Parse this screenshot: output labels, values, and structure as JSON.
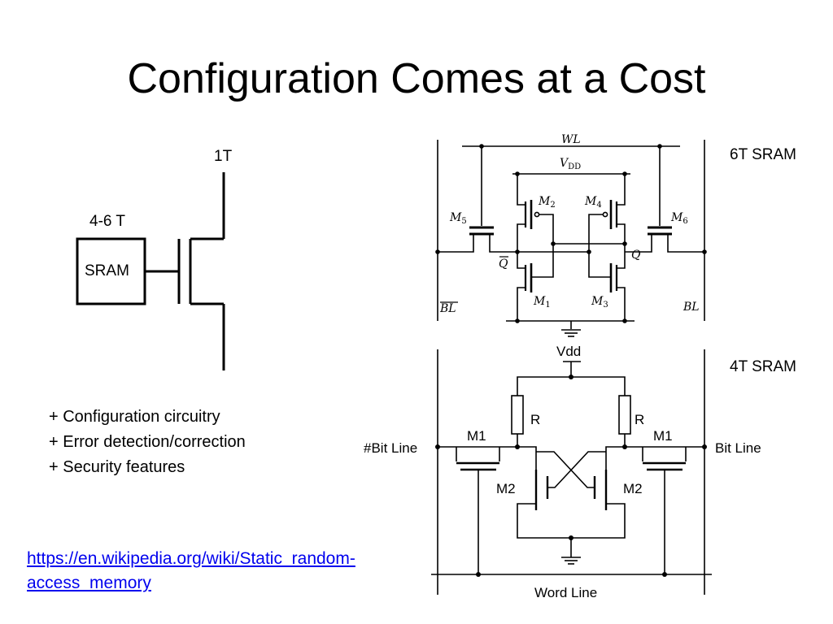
{
  "slide": {
    "title": "Configuration Comes at a Cost",
    "left_diagram": {
      "label_1t": "1T",
      "label_46t": "4-6 T",
      "box_label": "SRAM"
    },
    "bullets": [
      "+ Configuration circuitry",
      "+ Error detection/correction",
      "+ Security features"
    ],
    "link": {
      "line1": "https://en.wikipedia.org/wiki/Static_random-",
      "line2": "access_memory",
      "color": "#0000ee"
    },
    "label_6t": "6T SRAM",
    "label_4t": "4T SRAM",
    "six_t": {
      "wl": "WL",
      "vdd": "V",
      "vdd_sub": "DD",
      "m1": "M",
      "m1_sub": "1",
      "m2": "M",
      "m2_sub": "2",
      "m3": "M",
      "m3_sub": "3",
      "m4": "M",
      "m4_sub": "4",
      "m5": "M",
      "m5_sub": "5",
      "m6": "M",
      "m6_sub": "6",
      "q": "Q",
      "qbar": "Q",
      "bl": "BL",
      "blbar": "BL"
    },
    "four_t": {
      "vdd": "Vdd",
      "r_left": "R",
      "r_right": "R",
      "m1_left": "M1",
      "m1_right": "M1",
      "m2_left": "M2",
      "m2_right": "M2",
      "bitline_left": "#Bit Line",
      "bitline_right": "Bit Line",
      "wordline": "Word Line"
    }
  }
}
